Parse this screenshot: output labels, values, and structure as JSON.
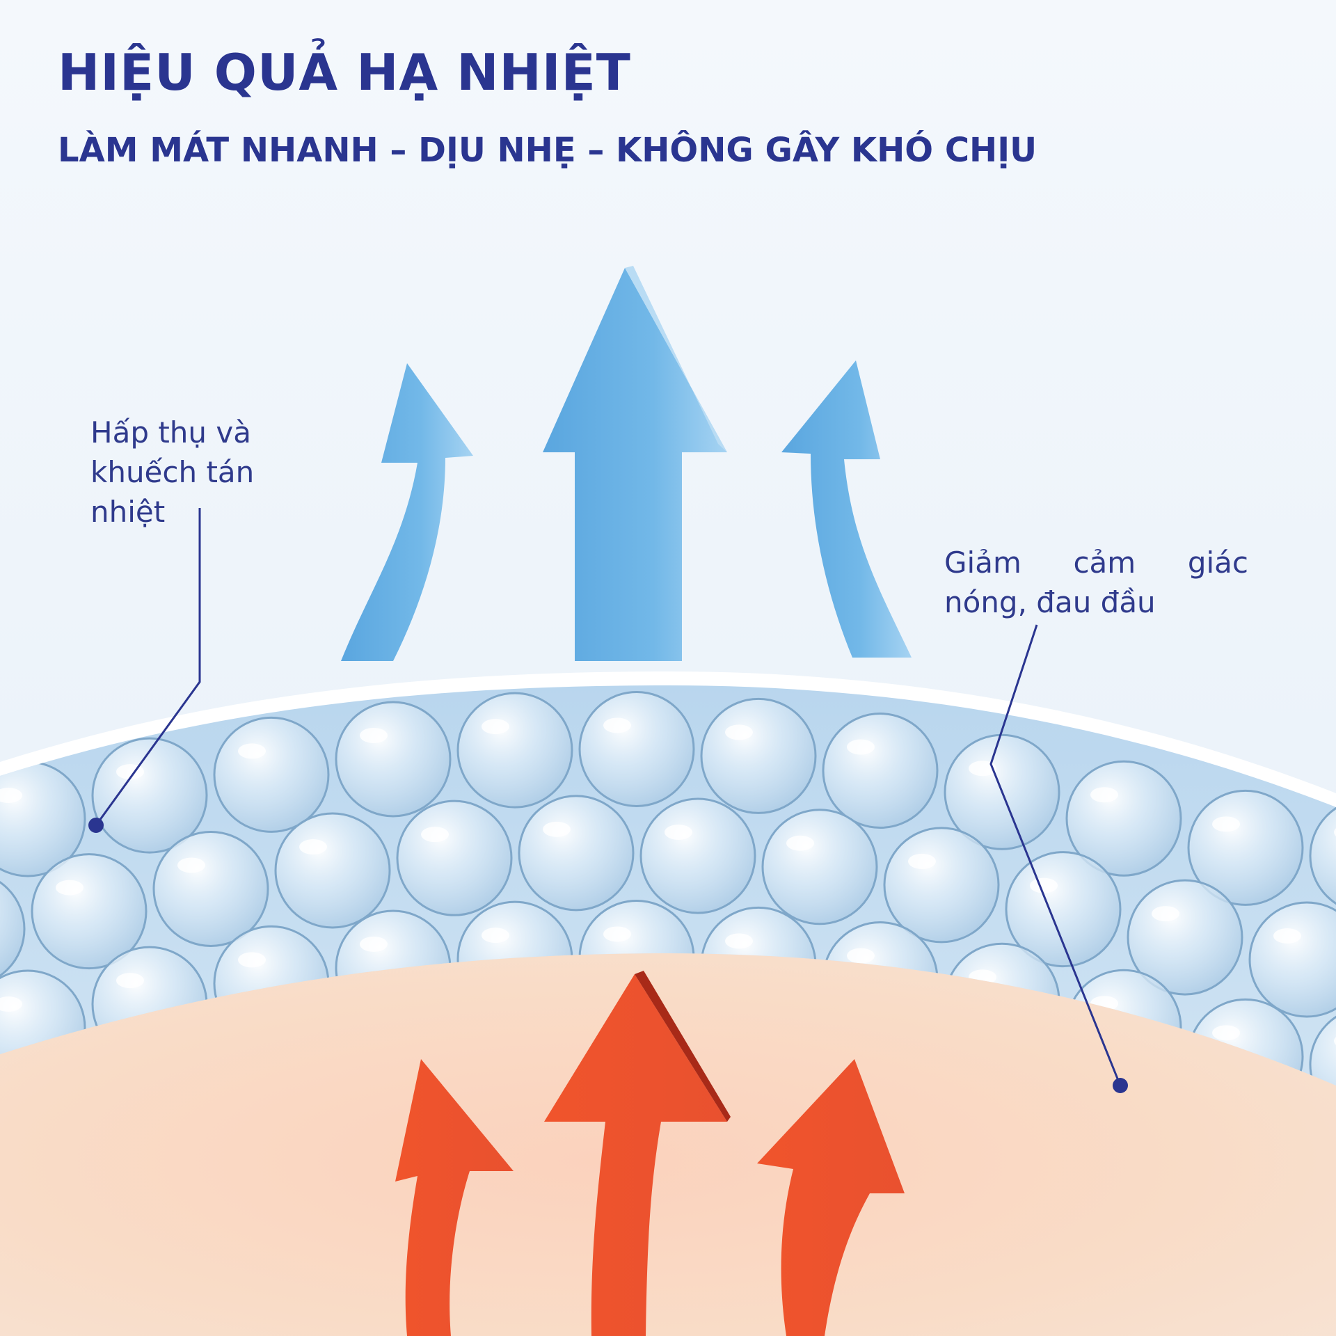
{
  "title": "HIỆU QUẢ HẠ NHIỆT",
  "subtitle": "LÀM MÁT NHANH – DỊU NHẸ – KHÔNG GÂY KHÓ CHỊU",
  "callouts": {
    "left": {
      "lines": [
        "Hấp thụ và",
        "khuếch tán",
        "nhiệt"
      ]
    },
    "right": {
      "line1_words": [
        "Giảm",
        "cảm",
        "giác"
      ],
      "line2": "nóng, đau đầu"
    }
  },
  "colors": {
    "text": "#2a3590",
    "cool_arrow": "#6fb4e6",
    "warm_arrow": "#ee5530",
    "skin": "#f9d9c3",
    "gel_layer": "#c3ddf0",
    "background": "#eef4fa"
  },
  "icons": {
    "cool_arrows": "up-arrow-icon",
    "heat_arrows": "up-arrow-icon",
    "gel_bubbles": "bubble-icon"
  }
}
